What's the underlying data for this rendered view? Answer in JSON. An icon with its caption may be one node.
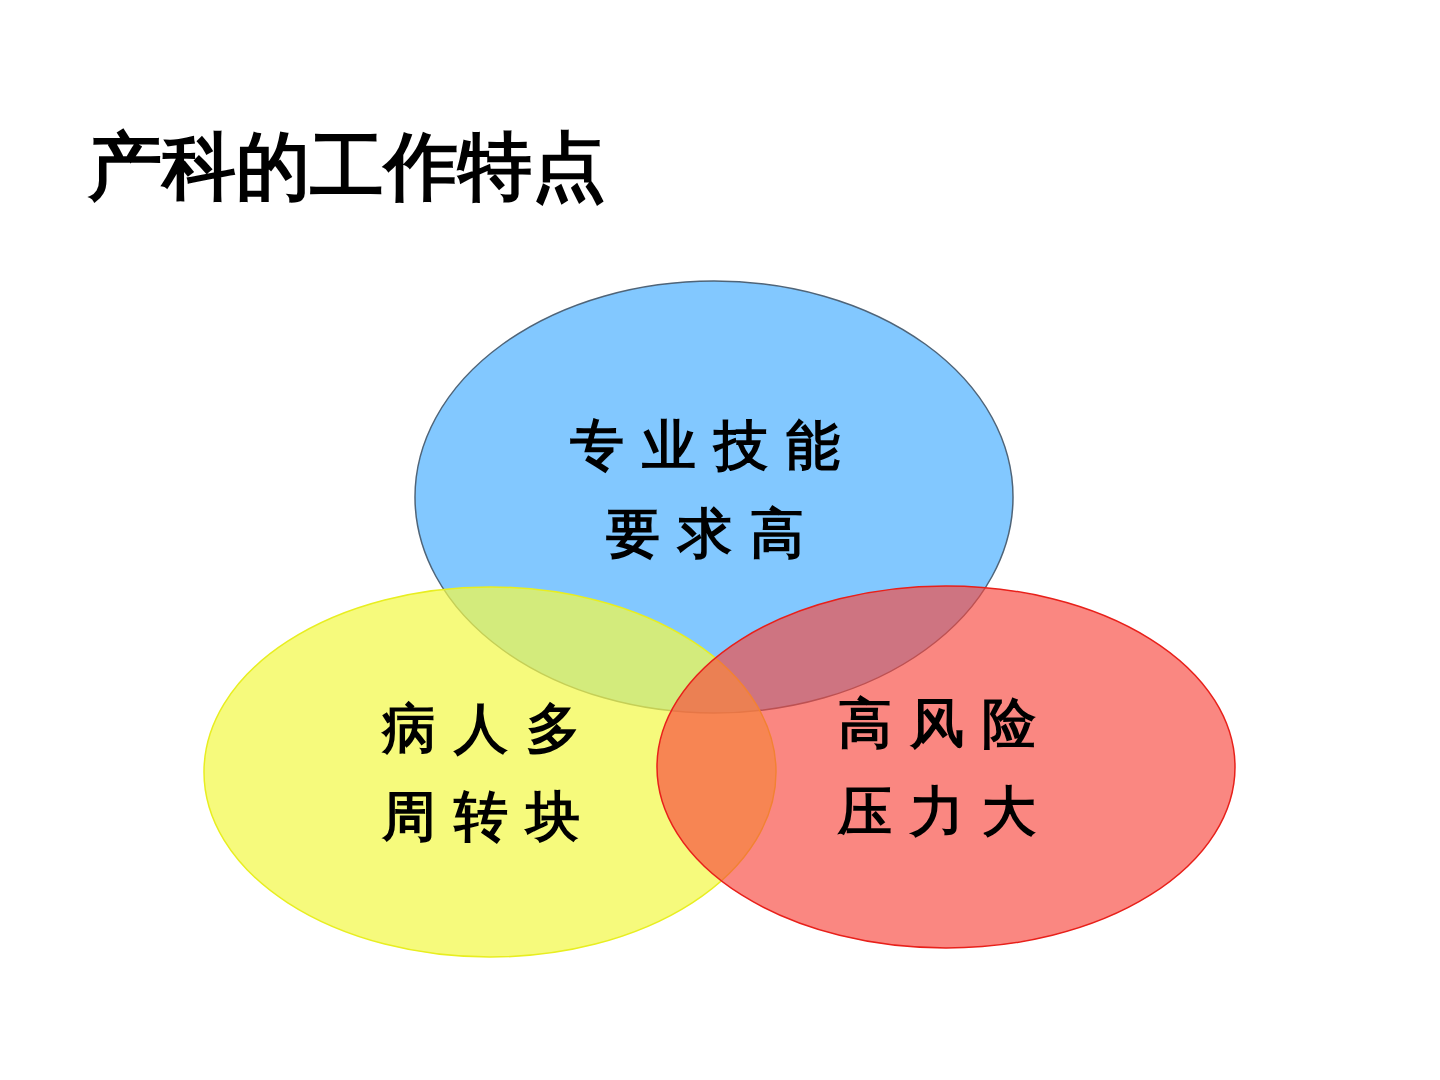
{
  "diagram": {
    "title": "产科的工作特点",
    "nodes": [
      {
        "text": [
          "专业技能要求高"
        ]
      },
      {
        "text": [
          "病人多周转块"
        ]
      },
      {
        "text": [
          "高风险压力大"
        ]
      }
    ]
  }
}
